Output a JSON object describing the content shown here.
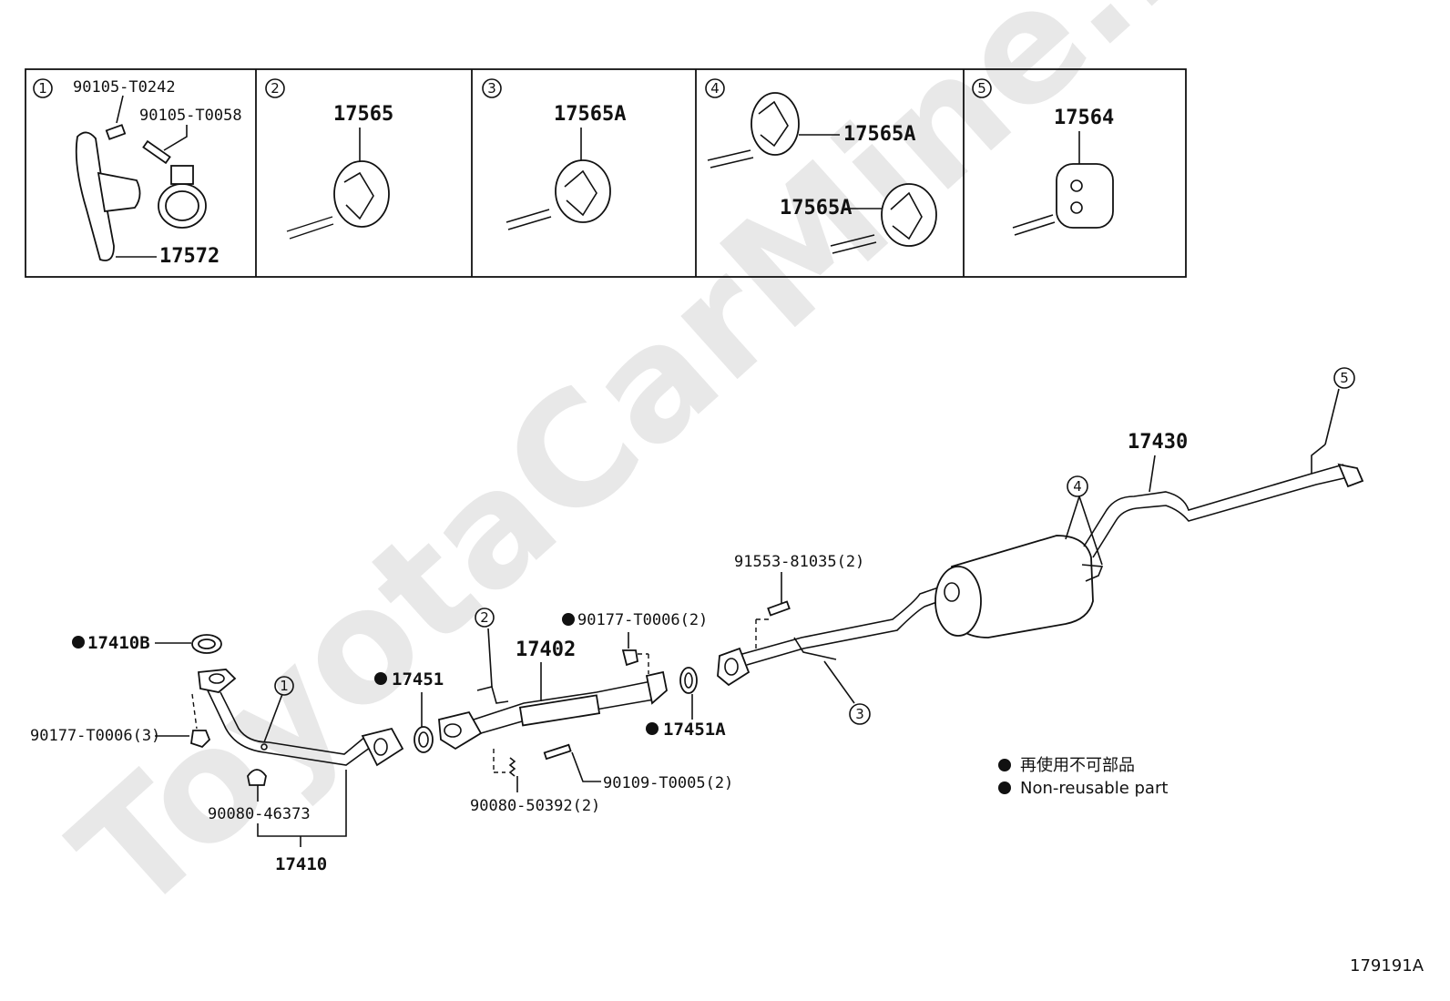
{
  "watermark": "ToyotaCarMine.ru",
  "figure_id": "179191A",
  "legend": {
    "line_jp": "再使用不可部品",
    "line_en": "Non-reusable part"
  },
  "detail_boxes": [
    {
      "number": "1",
      "labels": [
        "90105-T0242",
        "90105-T0058",
        "17572"
      ]
    },
    {
      "number": "2",
      "labels": [
        "17565"
      ]
    },
    {
      "number": "3",
      "labels": [
        "17565A"
      ]
    },
    {
      "number": "4",
      "labels": [
        "17565A",
        "17565A"
      ]
    },
    {
      "number": "5",
      "labels": [
        "17564"
      ]
    }
  ],
  "main_labels": {
    "p17410B": "17410B",
    "p90177_3": "90177-T0006(3)",
    "p90080_46373": "90080-46373",
    "p17410": "17410",
    "p17451": "17451",
    "p17402": "17402",
    "p90177_2": "90177-T0006(2)",
    "p17451A": "17451A",
    "p90080_50392": "90080-50392(2)",
    "p90109": "90109-T0005(2)",
    "p91553": "91553-81035(2)",
    "p17430": "17430"
  },
  "callouts": [
    "1",
    "2",
    "3",
    "4",
    "5"
  ]
}
